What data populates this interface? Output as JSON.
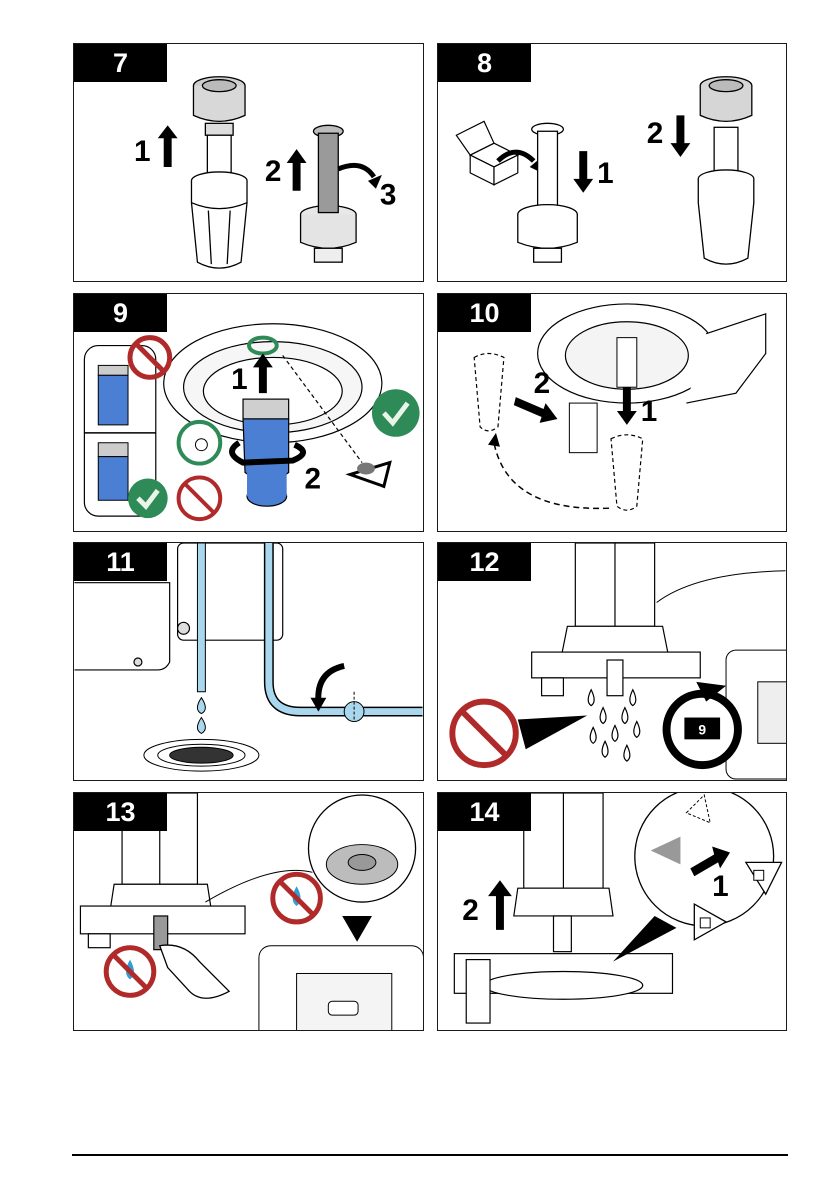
{
  "page": {
    "type": "instruction-illustrations",
    "footer_rule": true
  },
  "colors": {
    "prohibited_red": "#b02a2a",
    "ok_green": "#2e8b57",
    "water_blue": "#a9d8ee",
    "filter_blue": "#4a7fd4",
    "tube_gray": "#9a9a9a",
    "badge_black": "#000000"
  },
  "steps": [
    {
      "number": "7",
      "callouts": [
        "1",
        "2",
        "3"
      ],
      "icons": [
        "arrow-up-icon",
        "arrow-up-icon",
        "curved-arrow-icon"
      ],
      "description": "Remove filter housing and tube"
    },
    {
      "number": "8",
      "callouts": [
        "1",
        "2"
      ],
      "icons": [
        "box-icon",
        "arrow-down-icon",
        "arrow-down-icon"
      ],
      "description": "Install new filter tube"
    },
    {
      "number": "9",
      "callouts": [
        "1",
        "2"
      ],
      "icons": [
        "prohibited-icon",
        "check-icon",
        "hand-tighten-icon",
        "no-tool-icon",
        "check-icon",
        "eye-icon"
      ],
      "description": "Install filter, hand tighten"
    },
    {
      "number": "10",
      "callouts": [
        "1",
        "2"
      ],
      "icons": [
        "arrow-down-icon",
        "arrow-right-icon",
        "dashed-return-arrow-icon"
      ],
      "description": "Store filter"
    },
    {
      "number": "11",
      "callouts": [],
      "icons": [
        "rotate-arrow-icon",
        "water-drop-icon",
        "drain-icon",
        "valve-icon"
      ],
      "description": "Open valve, drain"
    },
    {
      "number": "12",
      "callouts": [
        "9"
      ],
      "icons": [
        "prohibited-icon",
        "water-drop-icon",
        "repeat-cycle-icon"
      ],
      "description": "Check for leaks, repeat step 9"
    },
    {
      "number": "13",
      "callouts": [],
      "icons": [
        "no-water-icon",
        "no-water-icon",
        "cloth-icon",
        "pointer-triangle-icon"
      ],
      "description": "Dry with cloth"
    },
    {
      "number": "14",
      "callouts": [
        "1",
        "2"
      ],
      "icons": [
        "arrow-up-icon",
        "arrow-right-icon",
        "lock-icon",
        "unlock-icon"
      ],
      "description": "Unlock and lift"
    }
  ]
}
